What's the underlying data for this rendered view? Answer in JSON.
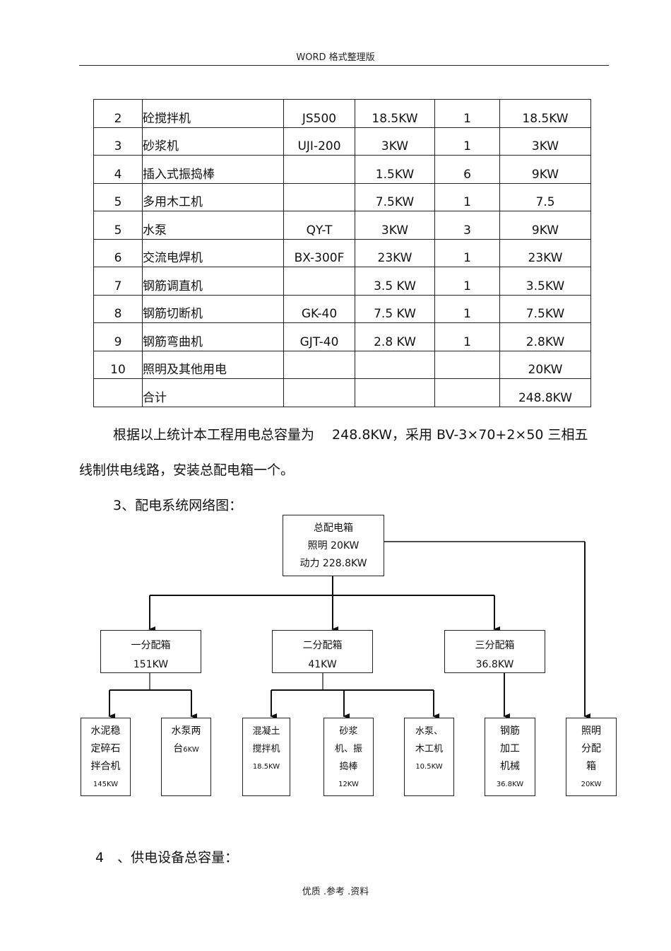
{
  "header": {
    "text": "WORD 格式整理版"
  },
  "table": {
    "rows": [
      [
        "2",
        "砼搅拌机",
        "JS500",
        "18.5KW",
        "1",
        "18.5KW"
      ],
      [
        "3",
        "砂浆机",
        "UJI-200",
        "3KW",
        "1",
        "3KW"
      ],
      [
        "4",
        "插入式振捣棒",
        "",
        "1.5KW",
        "6",
        "9KW"
      ],
      [
        "5",
        "多用木工机",
        "",
        "7.5KW",
        "1",
        "7.5"
      ],
      [
        "5",
        "水泵",
        "QY-T",
        "3KW",
        "3",
        "9KW"
      ],
      [
        "6",
        "交流电焊机",
        "BX-300F",
        "23KW",
        "1",
        "23KW"
      ],
      [
        "7",
        "钢筋调直机",
        "",
        "3.5 KW",
        "1",
        "3.5KW"
      ],
      [
        "8",
        "钢筋切断机",
        "GK-40",
        "7.5 KW",
        "1",
        "7.5KW"
      ],
      [
        "9",
        "钢筋弯曲机",
        "GJT-40",
        "2.8 KW",
        "1",
        "2.8KW"
      ],
      [
        "10",
        "照明及其他用电",
        "",
        "",
        "",
        "20KW"
      ],
      [
        "",
        "合计",
        "",
        "",
        "",
        "248.8KW"
      ]
    ]
  },
  "paragraph": {
    "line1": "根据以上统计本工程用电总容量为　 248.8KW，采用 BV-3×70+2×50 三相五",
    "line2": "线制供电线路，安装总配电箱一个。"
  },
  "section3": {
    "heading": "3、配电系统网络图："
  },
  "diagram": {
    "main_box": [
      "总配电箱",
      "照明 20KW",
      "动力 228.8KW"
    ],
    "box1": [
      "一分配箱",
      "151KW"
    ],
    "box2": [
      "二分配箱",
      "41KW"
    ],
    "box3": [
      "三分配箱",
      "36.8KW"
    ],
    "leaf1": [
      "水泥稳",
      "定碎石",
      "拌合机",
      "145KW"
    ],
    "leaf2": [
      "水泵两",
      "台",
      "6KW"
    ],
    "leaf3": [
      "混凝土",
      "搅拌机",
      "18.5KW"
    ],
    "leaf4": [
      "砂浆",
      "机、振",
      "捣棒",
      "12KW"
    ],
    "leaf5": [
      "水泵、",
      "木工机",
      "10.5KW"
    ],
    "leaf6": [
      "钢筋",
      "加工",
      "机械",
      "36.8KW"
    ],
    "leaf7": [
      "照明",
      "分配",
      "箱",
      "20KW"
    ]
  },
  "section4": {
    "heading": "4　、供电设备总容量："
  },
  "footer": {
    "text": "优质 .参考 .资料"
  }
}
